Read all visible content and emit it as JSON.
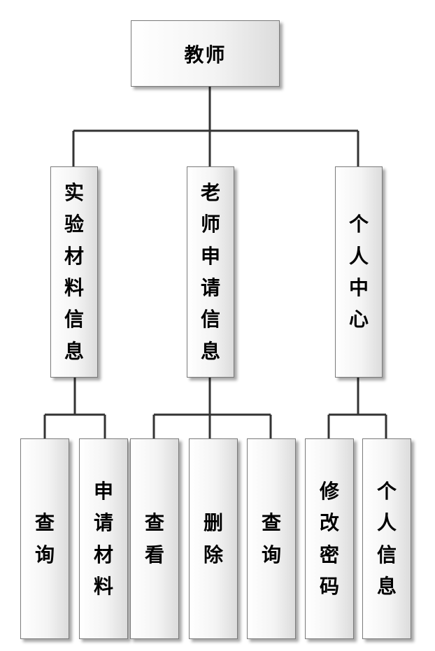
{
  "diagram": {
    "root": "教师",
    "categories": [
      {
        "label": "实验材料信息",
        "children": [
          "查询",
          "申请材料"
        ]
      },
      {
        "label": "老师申请信息",
        "children": [
          "查看",
          "删除",
          "查询"
        ]
      },
      {
        "label": "个人中心",
        "children": [
          "修改密码",
          "个人信息"
        ]
      }
    ]
  }
}
